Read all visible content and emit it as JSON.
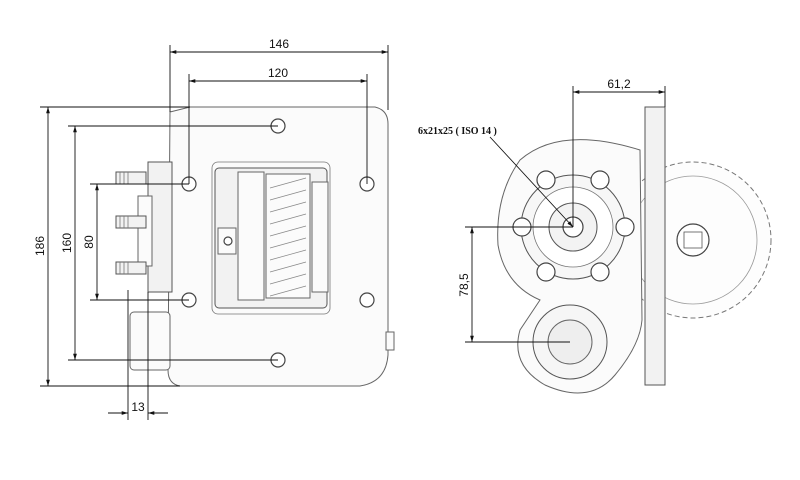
{
  "drawing": {
    "front_view": {
      "dim_overall_width": "146",
      "dim_bolt_width": "120",
      "dim_overall_height": "186",
      "dim_bolt_height": "160",
      "dim_inner_height": "80",
      "dim_offset": "13"
    },
    "side_view": {
      "dim_flange_offset": "61,2",
      "dim_shaft_height": "78,5",
      "shaft_spec": "6x21x25 ( ISO 14 )"
    }
  }
}
